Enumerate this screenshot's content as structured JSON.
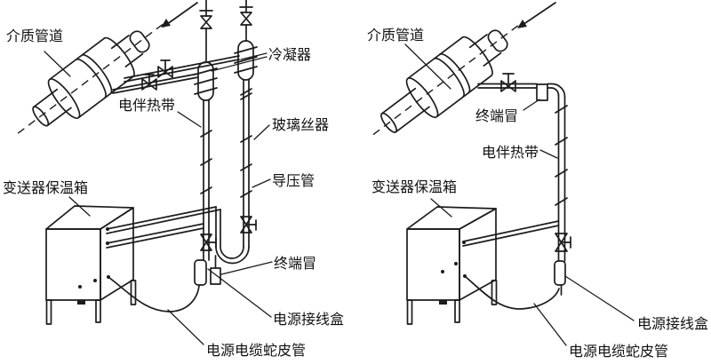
{
  "colors": {
    "line": "#1c1c1c",
    "text": "#111111",
    "background": "#ffffff"
  },
  "left_diagram": {
    "labels": {
      "medium_pipeline": "介质管道",
      "condenser": "冷凝器",
      "electric_heat_tracing": "电伴热带",
      "glass_fiber_tape": "玻璃丝器",
      "impulse_pipe": "导压管",
      "transmitter_insulation_box": "变送器保温箱",
      "terminal_cap": "终端冒",
      "power_junction_box": "电源接线盒",
      "power_cable_conduit": "电源电缆蛇皮管"
    }
  },
  "right_diagram": {
    "labels": {
      "medium_pipeline": "介质管道",
      "terminal_cap": "终端冒",
      "electric_heat_tracing": "电伴热带",
      "transmitter_insulation_box": "变送器保温箱",
      "power_junction_box": "电源接线盒",
      "power_cable_conduit": "电源电缆蛇皮管"
    }
  }
}
